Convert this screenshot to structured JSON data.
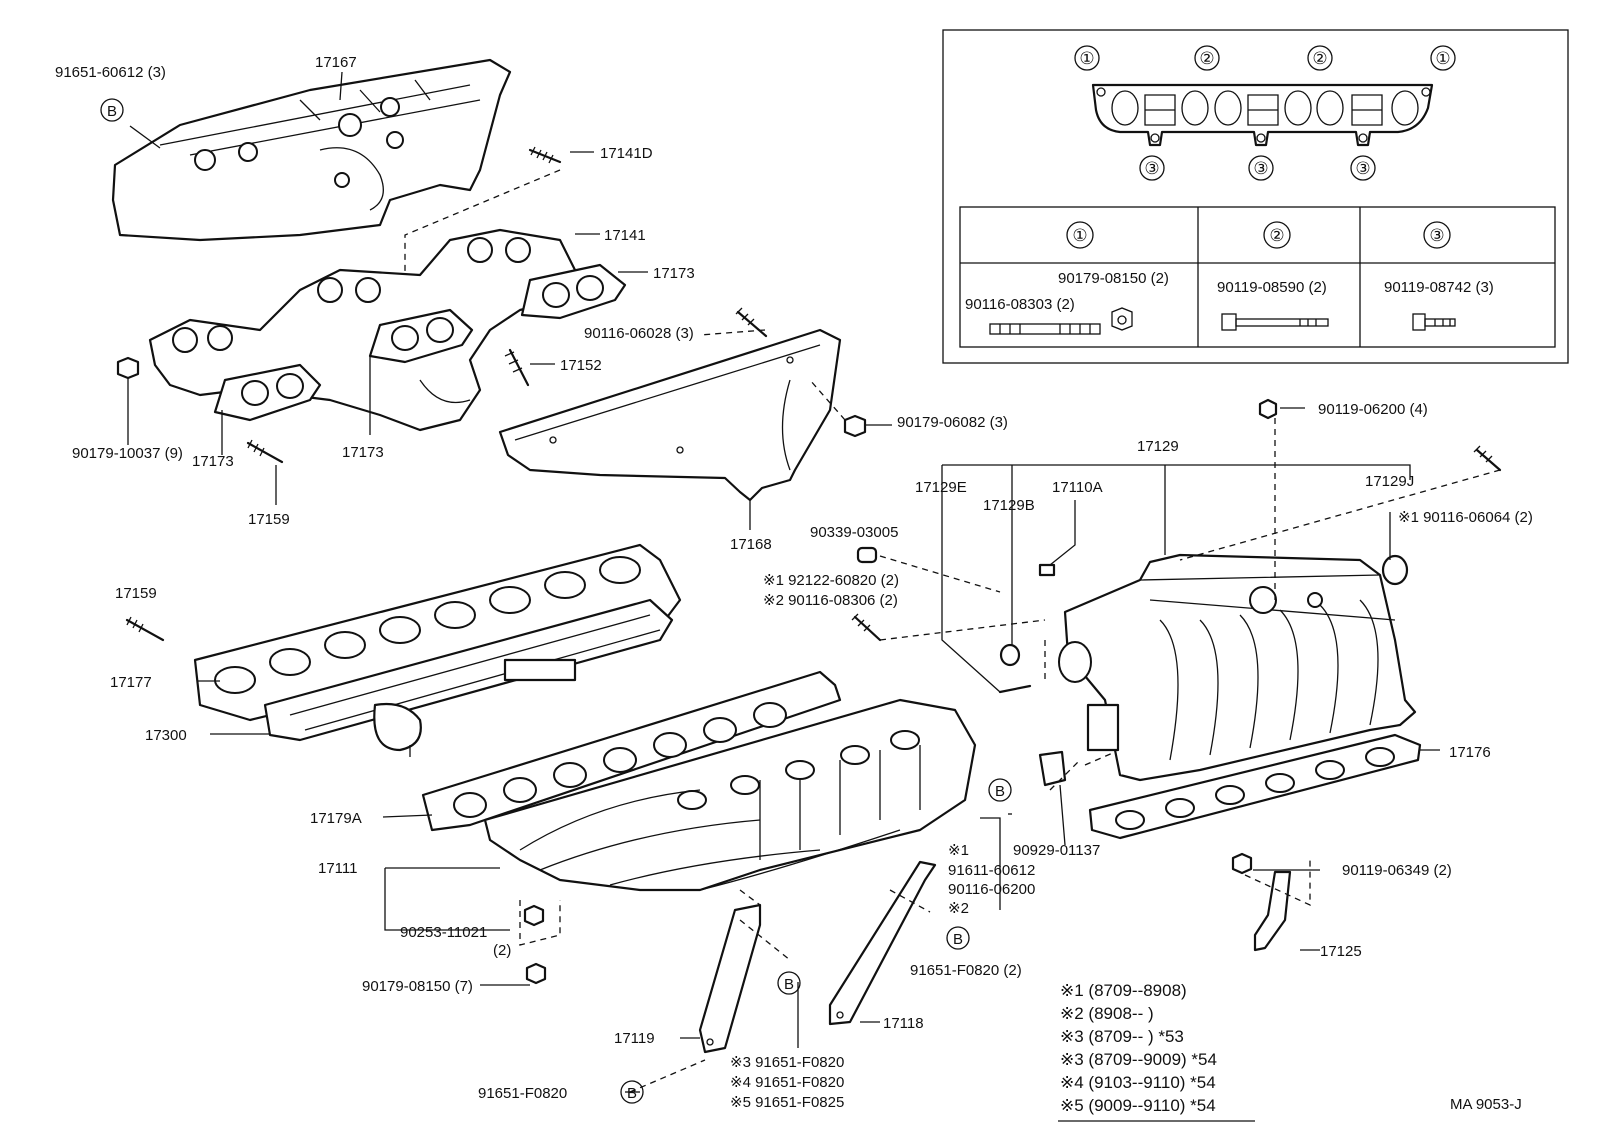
{
  "diagram_code": "MA  9053-J",
  "part_labels": {
    "p91651_60612": "91651-60612 (3)",
    "p17167": "17167",
    "p17141D": "17141D",
    "p17141": "17141",
    "p17173a": "17173",
    "p17173b": "17173",
    "p17173c": "17173",
    "p90116_06028": "90116-06028 (3)",
    "p17152": "17152",
    "p90179_10037": "90179-10037 (9)",
    "p17159a": "17159",
    "p17159b": "17159",
    "p90179_06082": "90179-06082 (3)",
    "p17168": "17168",
    "p17177": "17177",
    "p17300": "17300",
    "p17179A": "17179A",
    "p17111": "17111",
    "p90253_11021": "90253-11021",
    "p90253_qty": "(2)",
    "p90179_08150_7": "90179-08150 (7)",
    "p17119": "17119",
    "p91651_F0820_left": "91651-F0820",
    "p17118": "17118",
    "p90339_03005": "90339-03005",
    "p92122_60820": "※1 92122-60820 (2)",
    "p90116_08306": "※2 90116-08306 (2)",
    "p17129E": "17129E",
    "p17129B": "17129B",
    "p17110A": "17110A",
    "p17129": "17129",
    "p17129J": "17129J",
    "p90119_06200": "90119-06200 (4)",
    "p90116_06064": "※1 90116-06064 (2)",
    "p17176": "17176",
    "p90929_01137": "90929-01137",
    "p_r1": "※1",
    "p91611_60612": "91611-60612",
    "p90116_06200": "90116-06200",
    "p_r2": "※2",
    "p91651_F0820_2": "91651-F0820 (2)",
    "p90119_06349": "90119-06349 (2)",
    "p17125": "17125",
    "p_n3": "※3 91651-F0820",
    "p_n4": "※4 91651-F0820",
    "p_n5": "※5 91651-F0825"
  },
  "circle_markers": {
    "B": "B",
    "one": "①",
    "two": "②",
    "three": "③"
  },
  "inset_table": {
    "headers": [
      "①",
      "②",
      "③"
    ],
    "col1_parts": [
      "90179-08150 (2)",
      "90116-08303 (2)"
    ],
    "col2_parts": [
      "90119-08590 (2)"
    ],
    "col3_parts": [
      "90119-08742 (3)"
    ]
  },
  "notes": [
    "※1 (8709--8908)",
    "※2 (8908--          )",
    "※3 (8709--          ) *53",
    "※3 (8709--9009) *54",
    "※4 (9103--9110) *54",
    "※5 (9009--9110) *54"
  ]
}
